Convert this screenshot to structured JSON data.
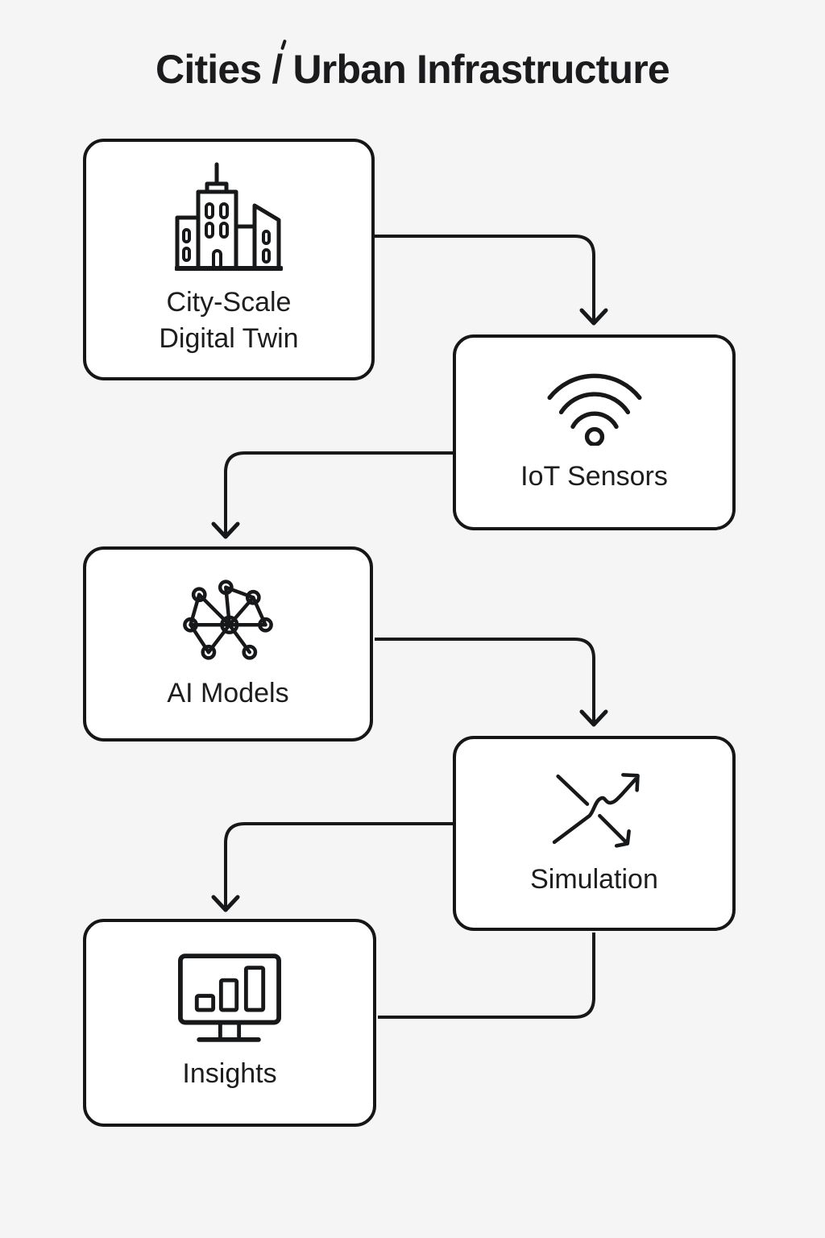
{
  "title": {
    "pre": "Cities",
    "separator": "/",
    "post": "Urban Infrastructure"
  },
  "diagram": {
    "nodes": [
      {
        "id": "city_digital_twin",
        "icon": "city-buildings-icon",
        "label_lines": [
          "City-Scale",
          "Digital Twin"
        ]
      },
      {
        "id": "iot_sensors",
        "icon": "wifi-icon",
        "label_lines": [
          "IoT Sensors"
        ]
      },
      {
        "id": "ai_models",
        "icon": "network-graph-icon",
        "label_lines": [
          "AI Models"
        ]
      },
      {
        "id": "simulation",
        "icon": "shuffle-arrows-icon",
        "label_lines": [
          "Simulation"
        ]
      },
      {
        "id": "insights",
        "icon": "bar-chart-monitor-icon",
        "label_lines": [
          "Insights"
        ]
      }
    ],
    "edges": [
      {
        "from": "city_digital_twin",
        "to": "iot_sensors",
        "has_arrow": true,
        "route": "right-then-down"
      },
      {
        "from": "iot_sensors",
        "to": "ai_models",
        "has_arrow": true,
        "route": "left-then-down"
      },
      {
        "from": "ai_models",
        "to": "simulation",
        "has_arrow": true,
        "route": "right-then-down"
      },
      {
        "from": "simulation",
        "to": "insights",
        "has_arrow": true,
        "route": "left-then-down"
      },
      {
        "from": "simulation",
        "to": "insights",
        "has_arrow": false,
        "route": "bottom-then-left"
      }
    ]
  },
  "colors": {
    "background": "#f5f5f6",
    "box_fill": "#ffffff",
    "stroke": "#17181a",
    "text": "#1d1d1f"
  }
}
